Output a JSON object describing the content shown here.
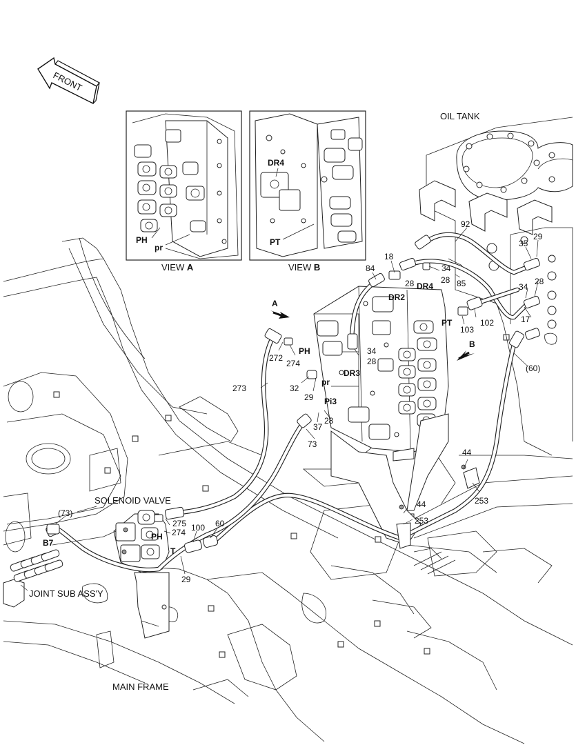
{
  "diagram": {
    "front_label": "FRONT",
    "view_a": {
      "prefix": "VIEW ",
      "letter": "A",
      "ph": "PH",
      "pr": "pr"
    },
    "view_b": {
      "prefix": "VIEW ",
      "letter": "B",
      "dr4": "DR4",
      "pt": "PT"
    },
    "oil_tank": "OIL TANK",
    "solenoid_valve": "SOLENOID VALVE",
    "joint_sub_assy": "JOINT SUB ASS'Y",
    "main_frame": "MAIN FRAME",
    "arrow_a": "A",
    "arrow_b": "B",
    "port_labels": {
      "ph_upper": "PH",
      "pr": "pr",
      "pi3": "Pi3",
      "dr2": "DR2",
      "dr3": "DR3",
      "dr4": "DR4",
      "pt": "PT",
      "ph_lower": "PH",
      "t": "T",
      "b7": "B7"
    },
    "part_numbers": {
      "n92": "92",
      "n35": "35",
      "n29a": "29",
      "n84": "84",
      "n18": "18",
      "n34a": "34",
      "n28a": "28",
      "n28b": "28",
      "n85": "85",
      "n34b": "34",
      "n28c": "28",
      "n103": "103",
      "n102": "102",
      "n17": "17",
      "n60a": "(60)",
      "n272": "272",
      "n274a": "274",
      "n34c": "34",
      "n28d": "28",
      "n273": "273",
      "n32": "32",
      "n29b": "29",
      "n37": "37",
      "n28e": "28",
      "n73": "73",
      "n44a": "44",
      "n253a": "253",
      "n44b": "44",
      "n253b": "253",
      "n73p": "(73)",
      "n275": "275",
      "n274b": "274",
      "n100": "100",
      "n60b": "60",
      "n29c": "29"
    }
  }
}
